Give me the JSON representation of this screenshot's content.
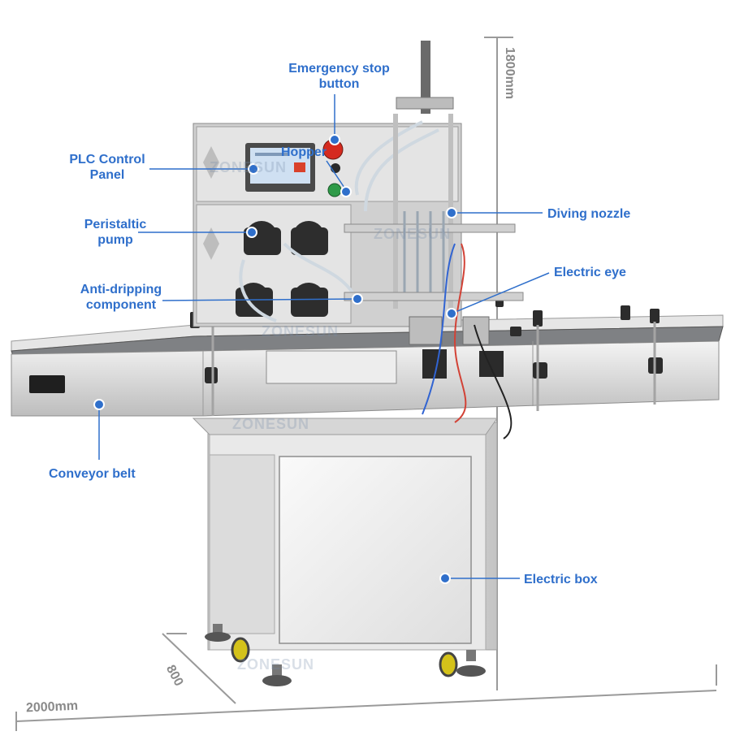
{
  "labels": {
    "emergency_stop": [
      "Emergency stop",
      "button"
    ],
    "plc_panel": [
      "PLC Control",
      "Panel"
    ],
    "hopper": "Hopper",
    "peristaltic_pump": [
      "Peristaltic",
      "pump"
    ],
    "anti_dripping": [
      "Anti-dripping",
      "component"
    ],
    "diving_nozzle": "Diving nozzle",
    "electric_eye": "Electric eye",
    "conveyor_belt": "Conveyor belt",
    "electric_box": "Electric box"
  },
  "dimensions": {
    "height": "1800mm",
    "depth": "800",
    "width": "2000mm"
  },
  "watermark": "ZONESUN",
  "colors": {
    "label": "#2f6fcb",
    "marker": "#2f6fcb",
    "dimension_line": "#9a9a9a"
  }
}
